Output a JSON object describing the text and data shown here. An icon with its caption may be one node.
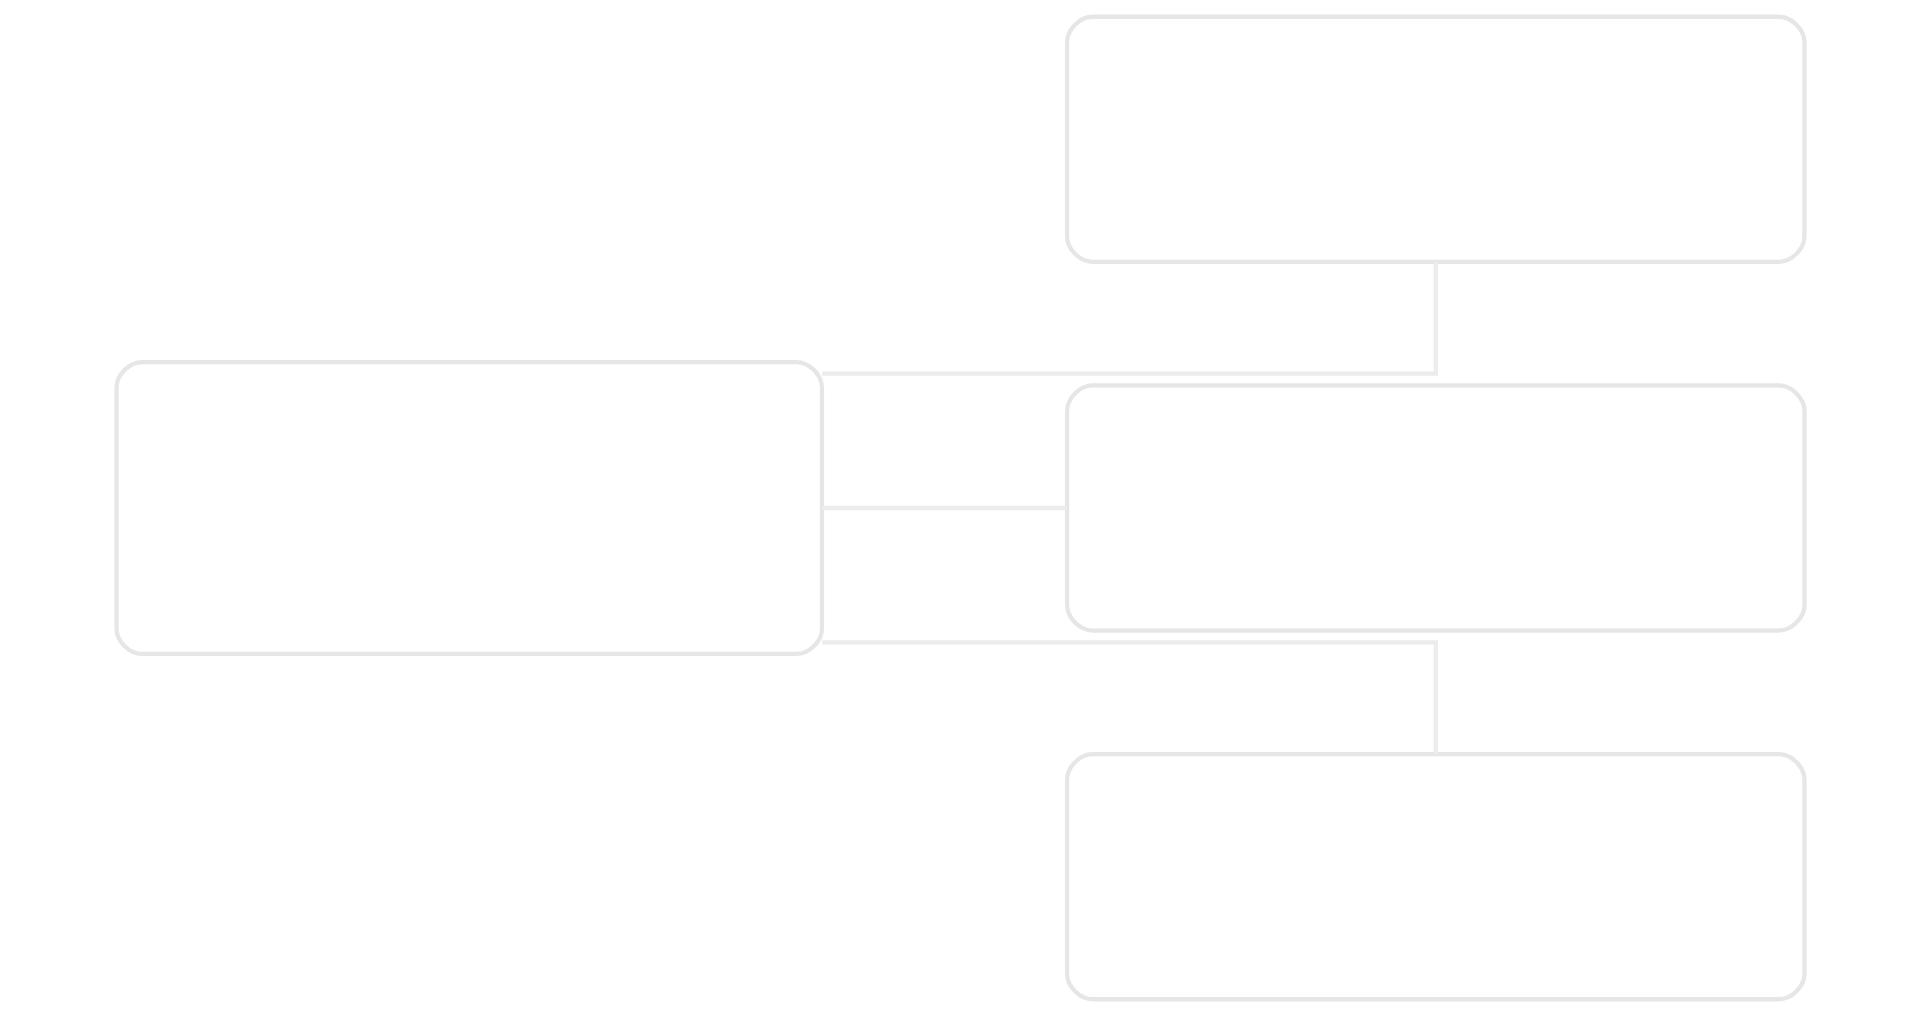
{
  "diagram": {
    "nodes": [
      {
        "text": [],
        "shape": "box"
      },
      {
        "text": [],
        "shape": "box"
      },
      {
        "text": [],
        "shape": "box"
      },
      {
        "text": [],
        "shape": "box"
      }
    ],
    "edges": [
      {
        "from": 0,
        "to": 1,
        "arrow": "none"
      },
      {
        "from": 0,
        "to": 2,
        "arrow": "none"
      },
      {
        "from": 0,
        "to": 3,
        "arrow": "none"
      }
    ]
  }
}
